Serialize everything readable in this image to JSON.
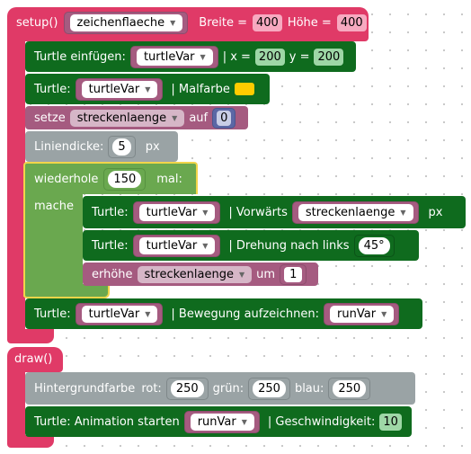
{
  "setup": {
    "label": "setup()",
    "canvas_var": "zeichenflaeche",
    "width_label": "Breite =",
    "width_value": "400",
    "height_label": "Höhe =",
    "height_value": "400"
  },
  "turtle_insert": {
    "label": "Turtle einfügen:",
    "var": "turtleVar",
    "x_label": "| x =",
    "x_value": "200",
    "y_label": "y =",
    "y_value": "200"
  },
  "turtle_color": {
    "label": "Turtle:",
    "var": "turtleVar",
    "suffix": "| Malfarbe",
    "color": "#ffcc00"
  },
  "set_var": {
    "label": "setze",
    "var": "streckenlaenge",
    "to_label": "auf",
    "value": "0"
  },
  "line_width": {
    "label": "Liniendicke:",
    "value": "5",
    "unit": "px"
  },
  "repeat": {
    "label": "wiederhole",
    "value": "150",
    "times_label": "mal:",
    "do_label": "mache"
  },
  "forward": {
    "label": "Turtle:",
    "var": "turtleVar",
    "suffix": "| Vorwärts",
    "arg_var": "streckenlaenge",
    "unit": "px"
  },
  "turn": {
    "label": "Turtle:",
    "var": "turtleVar",
    "suffix": "| Drehung nach links",
    "value": "45°"
  },
  "increase": {
    "label": "erhöhe",
    "var": "streckenlaenge",
    "by_label": "um",
    "value": "1"
  },
  "record": {
    "label": "Turtle:",
    "var": "turtleVar",
    "suffix": "| Bewegung aufzeichnen:",
    "arg_var": "runVar"
  },
  "draw": {
    "label": "draw()"
  },
  "background": {
    "label": "Hintergrundfarbe",
    "red_label": "rot:",
    "red_value": "250",
    "green_label": "grün:",
    "green_value": "250",
    "blue_label": "blau:",
    "blue_value": "250"
  },
  "animation": {
    "label": "Turtle: Animation starten",
    "arg_var": "runVar",
    "speed_label": "| Geschwindigkeit:",
    "speed_value": "10"
  },
  "colors": {
    "event": "#e03a67",
    "turtle": "#0f6b1e",
    "variable": "#a55b80",
    "number": "#5b67a5",
    "gray": "#9aa3a5",
    "loop": "#6aa84f",
    "loop_border": "#f1d54a"
  }
}
